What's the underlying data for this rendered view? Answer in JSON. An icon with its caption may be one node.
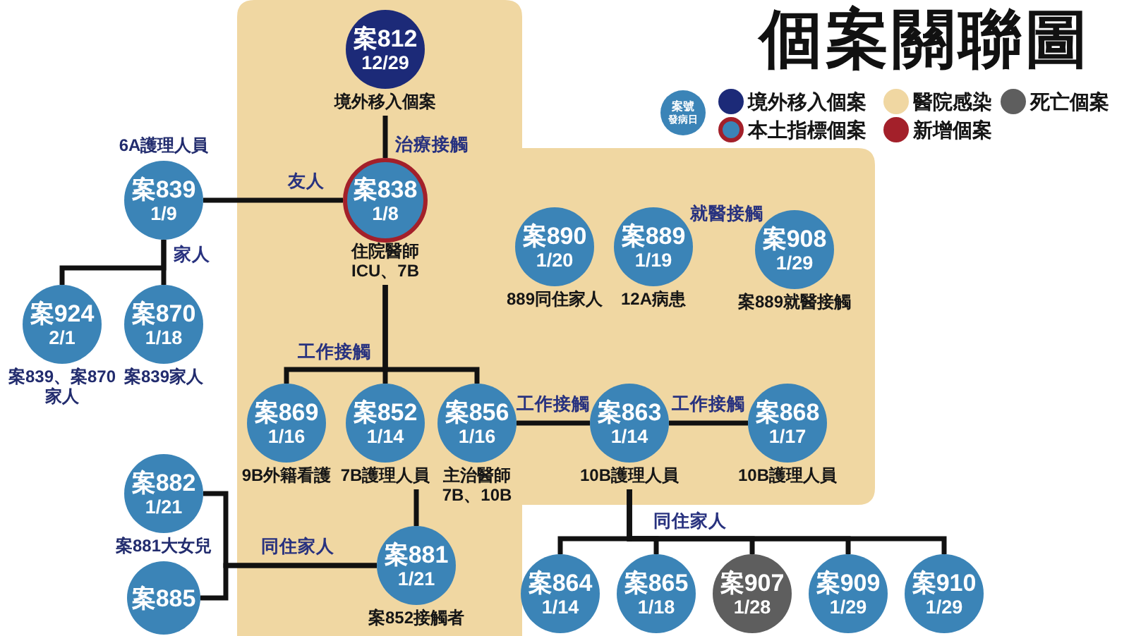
{
  "diagram": {
    "title": "個案關聯圖",
    "nodes": [
      {
        "text": [],
        "shape": "box"
      },
      {
        "text": [
          "案812",
          "12/29"
        ],
        "in": 0,
        "beside": [
          "境外移入個案"
        ]
      },
      {
        "text": [
          "案號",
          "發病日"
        ]
      },
      {
        "text": [
          "案839",
          "1/9"
        ],
        "beside": [
          "6A護理人員"
        ]
      },
      {
        "text": [
          "案838",
          "1/8"
        ],
        "in": 0,
        "beside": [
          "住院醫師ICU、7B"
        ]
      },
      {
        "text": [
          "案890",
          "1/20"
        ],
        "in": 0,
        "beside": [
          "889同住家人"
        ]
      },
      {
        "text": [
          "案889",
          "1/19"
        ],
        "in": 0,
        "beside": [
          "12A病患"
        ]
      },
      {
        "text": [
          "案908",
          "1/29"
        ],
        "in": 0,
        "beside": [
          "案889就醫接觸"
        ]
      },
      {
        "text": [
          "案924",
          "2/1"
        ],
        "beside": [
          "案839、案870家人"
        ]
      },
      {
        "text": [
          "案870",
          "1/18"
        ],
        "beside": [
          "案839家人"
        ]
      },
      {
        "text": [
          "案869",
          "1/16"
        ],
        "in": 0,
        "beside": [
          "9B外籍看護"
        ]
      },
      {
        "text": [
          "案852",
          "1/14"
        ],
        "in": 0,
        "beside": [
          "7B護理人員"
        ]
      },
      {
        "text": [
          "案856",
          "1/16"
        ],
        "in": 0,
        "beside": [
          "主治醫師7B、10B"
        ]
      },
      {
        "text": [
          "案863",
          "1/14"
        ],
        "in": 0,
        "beside": [
          "10B護理人員"
        ]
      },
      {
        "text": [
          "案868",
          "1/17"
        ],
        "in": 0,
        "beside": [
          "10B護理人員"
        ]
      },
      {
        "text": [
          "案882",
          "1/21"
        ],
        "beside": [
          "案881大女兒"
        ]
      },
      {
        "text": [
          "案881",
          "1/21"
        ],
        "in": 0,
        "beside": [
          "案852接觸者"
        ]
      },
      {
        "text": [
          "案885"
        ]
      },
      {
        "text": [
          "案864",
          "1/14"
        ]
      },
      {
        "text": [
          "案865",
          "1/18"
        ]
      },
      {
        "text": [
          "案907",
          "1/28"
        ]
      },
      {
        "text": [
          "案909",
          "1/29"
        ]
      },
      {
        "text": [
          "案910",
          "1/29"
        ]
      }
    ],
    "edges": [
      {
        "from": 1,
        "to": 4,
        "arrow": "none",
        "label": "治療接觸"
      },
      {
        "from": 3,
        "to": 4,
        "arrow": "none",
        "label": "友人"
      },
      {
        "from": 3,
        "to": 8,
        "arrow": "none",
        "label": "家人"
      },
      {
        "from": 3,
        "to": 9,
        "arrow": "none"
      },
      {
        "from": 4,
        "to": 10,
        "arrow": "none",
        "label": "工作接觸"
      },
      {
        "from": 4,
        "to": 11,
        "arrow": "none"
      },
      {
        "from": 4,
        "to": 12,
        "arrow": "none"
      },
      {
        "from": 12,
        "to": 13,
        "arrow": "none",
        "label": "工作接觸"
      },
      {
        "from": 13,
        "to": 14,
        "arrow": "none",
        "label": "工作接觸"
      },
      {
        "from": 11,
        "to": 16,
        "arrow": "none"
      },
      {
        "from": 16,
        "to": 15,
        "arrow": "none",
        "label": "同住家人"
      },
      {
        "from": 16,
        "to": 17,
        "arrow": "none"
      },
      {
        "from": 13,
        "to": 18,
        "arrow": "none",
        "label": "同住家人"
      },
      {
        "from": 13,
        "to": 19,
        "arrow": "none"
      },
      {
        "from": 13,
        "to": 20,
        "arrow": "none"
      },
      {
        "from": 13,
        "to": 21,
        "arrow": "none"
      },
      {
        "from": 13,
        "to": 22,
        "arrow": "none"
      }
    ],
    "labels": [
      "就醫接觸"
    ],
    "legend": [
      {
        "text": "境外移入個案",
        "color": "#1c2a78"
      },
      {
        "text": "醫院感染",
        "color": "#f0d7a2"
      },
      {
        "text": "死亡個案",
        "color": "#5e5e5e"
      },
      {
        "text": "本土指標個案"
      },
      {
        "text": "新增個案",
        "color": "#a3202a"
      }
    ]
  }
}
